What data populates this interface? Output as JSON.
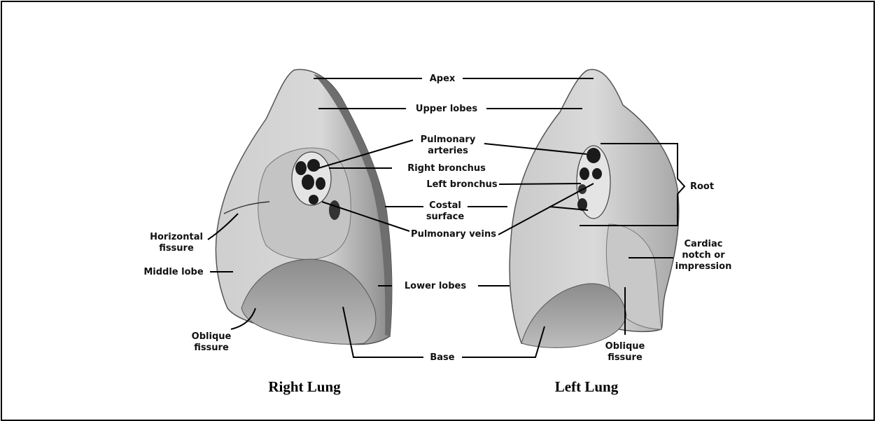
{
  "titles": {
    "right": "Right Lung",
    "left": "Left Lung"
  },
  "labels": {
    "apex": "Apex",
    "upper_lobes": "Upper lobes",
    "pulmonary_arteries_1": "Pulmonary",
    "pulmonary_arteries_2": "arteries",
    "right_bronchus": "Right bronchus",
    "left_bronchus": "Left bronchus",
    "costal_surface_1": "Costal",
    "costal_surface_2": "surface",
    "pulmonary_veins": "Pulmonary veins",
    "root": "Root",
    "horizontal_fissure_1": "Horizontal",
    "horizontal_fissure_2": "fissure",
    "middle_lobe": "Middle lobe",
    "cardiac_notch_1": "Cardiac",
    "cardiac_notch_2": "notch or",
    "cardiac_notch_3": "impression",
    "lower_lobes": "Lower lobes",
    "oblique_fissure_right_1": "Oblique",
    "oblique_fissure_right_2": "fissure",
    "oblique_fissure_left_1": "Oblique",
    "oblique_fissure_left_2": "fissure",
    "base": "Base"
  },
  "colors": {
    "lung_light": "#d9d9d9",
    "lung_mid": "#b5b5b5",
    "lung_dark": "#6a6a6a",
    "vessel": "#1a1a1a"
  }
}
